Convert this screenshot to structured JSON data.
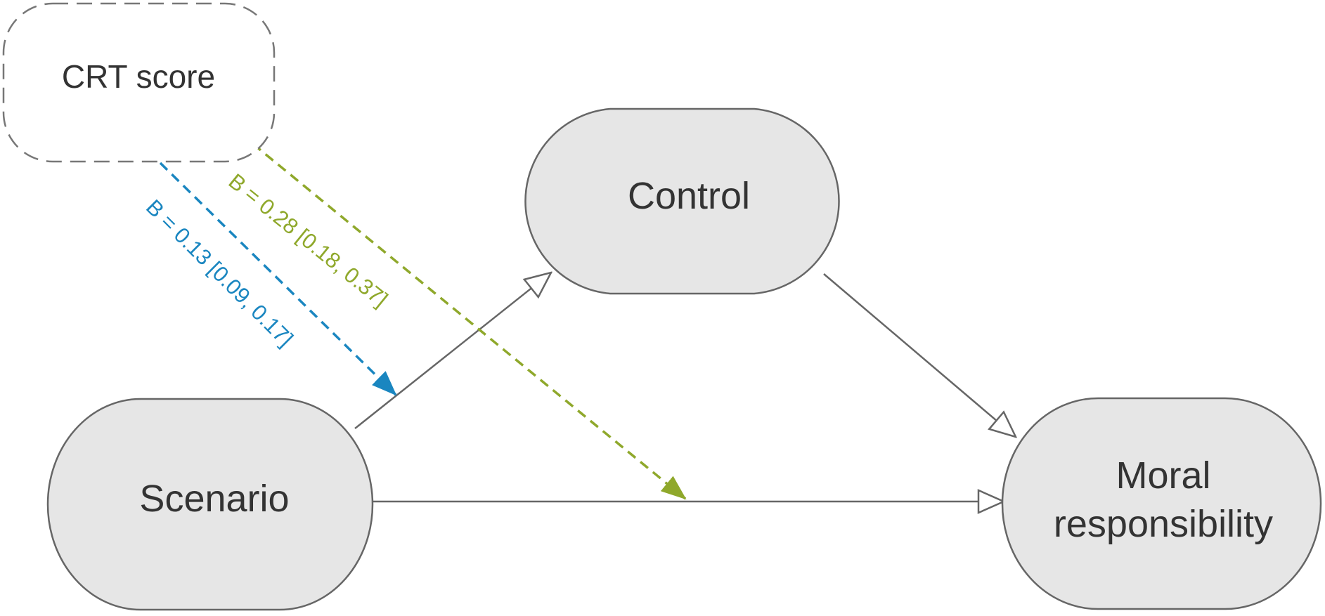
{
  "nodes": {
    "crt": {
      "label": "CRT score"
    },
    "control": {
      "label": "Control"
    },
    "scenario": {
      "label": "Scenario"
    },
    "moral": {
      "line1": "Moral",
      "line2": "responsibility"
    }
  },
  "edges": {
    "crt_to_path_a": {
      "label": "B = 0.13 [0.09, 0.17]",
      "color": "#1a86c0"
    },
    "crt_to_path_c": {
      "label": "B = 0.28 [0.18, 0.37]",
      "color": "#8fa82b"
    }
  },
  "colors": {
    "node_fill": "#e6e6e6",
    "node_stroke": "#666666",
    "edge": "#666666",
    "text": "#333333"
  }
}
